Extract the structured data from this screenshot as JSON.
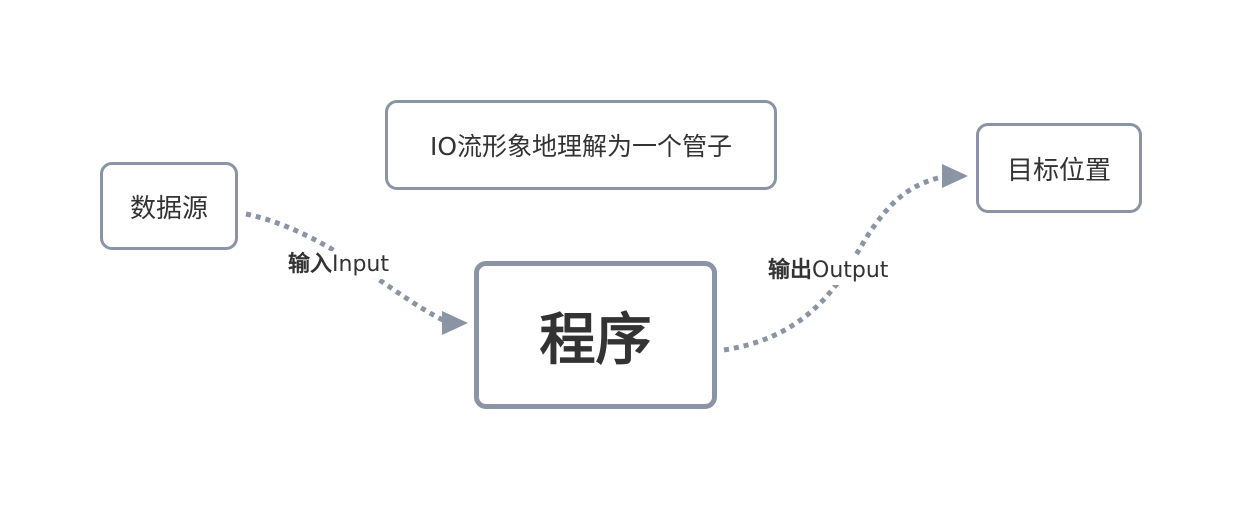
{
  "nodes": {
    "source": "数据源",
    "note": "IO流形象地理解为一个管子",
    "program": "程序",
    "target": "目标位置"
  },
  "edges": {
    "input": {
      "bold": "输入",
      "text": "Input"
    },
    "output": {
      "bold": "输出",
      "text": "Output"
    }
  },
  "colors": {
    "stroke": "#8a94a4",
    "text": "#333333"
  }
}
